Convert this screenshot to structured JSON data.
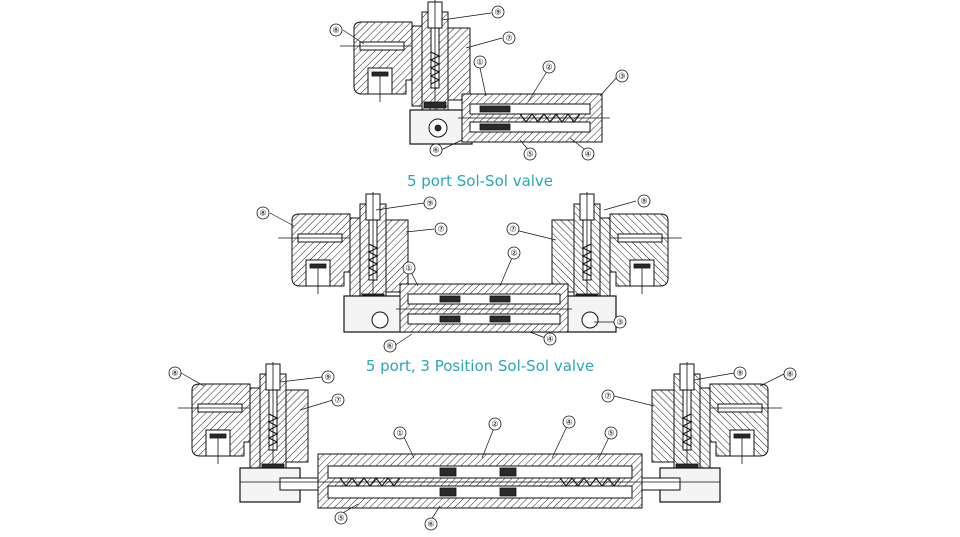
{
  "captions": {
    "sol_sol": "5 port Sol-Sol valve",
    "three_position": "5 port, 3 Position Sol-Sol valve"
  },
  "callouts": {
    "c1": "①",
    "c2": "②",
    "c3": "③",
    "c4": "④",
    "c5": "⑤",
    "c6": "⑥",
    "c7": "⑦",
    "c8": "⑧",
    "c9": "⑨"
  }
}
